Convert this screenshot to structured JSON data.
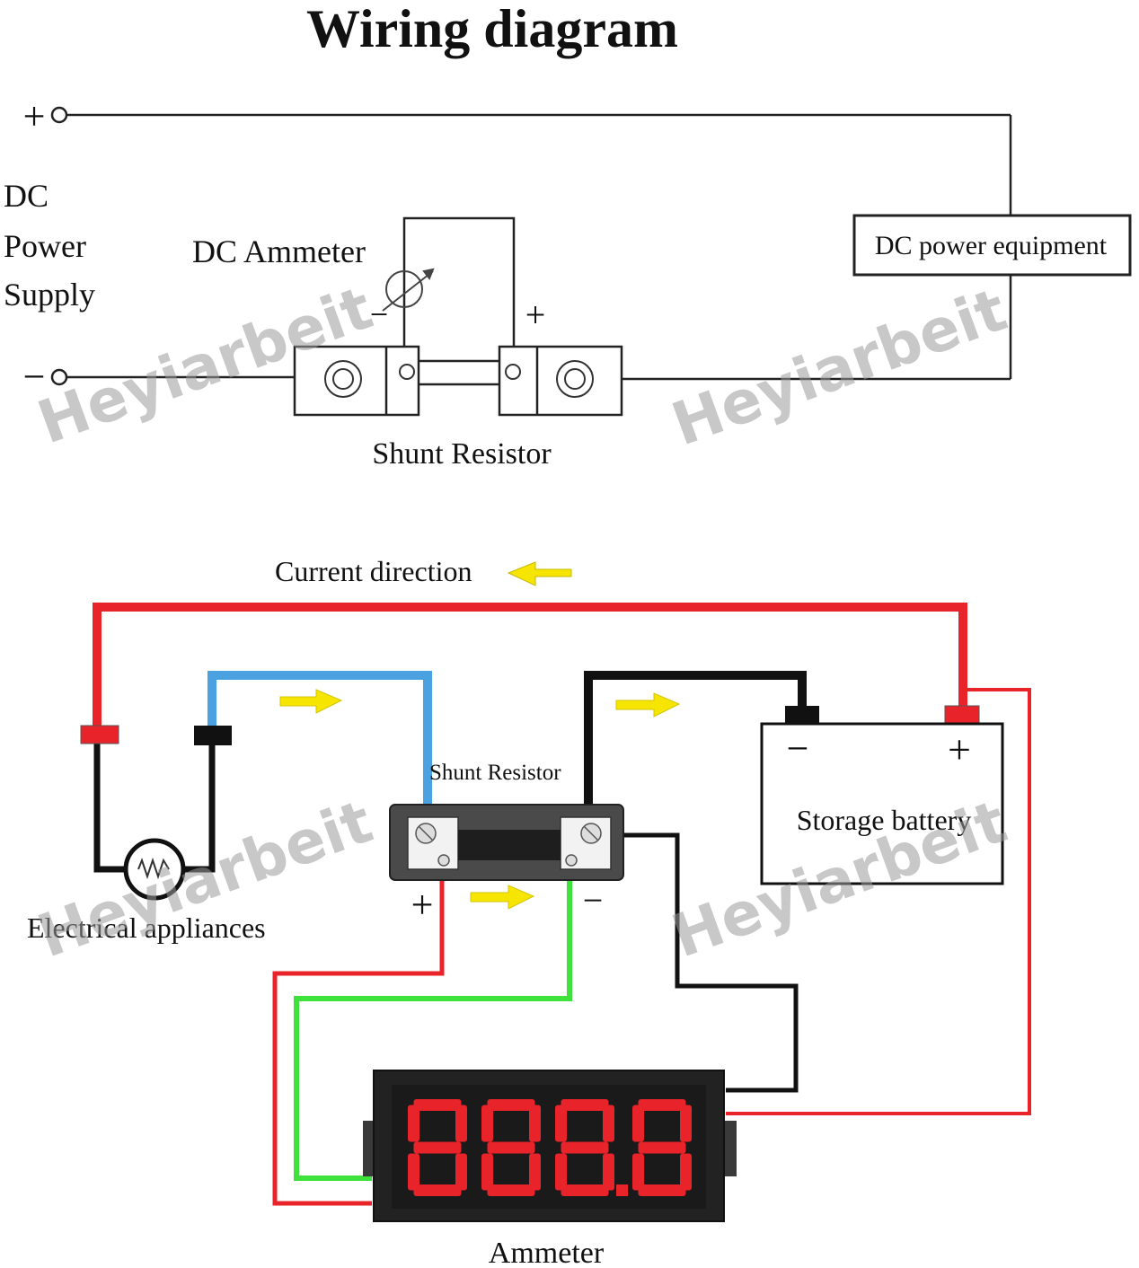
{
  "title": "Wiring diagram",
  "top": {
    "plus_symbol": "+",
    "minus_symbol": "−",
    "dc_power_supply_lines": [
      "DC",
      "Power",
      "Supply"
    ],
    "dc_ammeter_label": "DC Ammeter",
    "ammeter_minus": "−",
    "ammeter_plus": "+",
    "dc_power_equipment_label": "DC power equipment",
    "shunt_resistor_label": "Shunt Resistor"
  },
  "bottom": {
    "current_direction_label": "Current direction",
    "shunt_resistor_label": "Shunt Resistor",
    "shunt_plus": "+",
    "shunt_minus": "−",
    "storage_battery_label": "Storage battery",
    "battery_minus": "−",
    "battery_plus": "+",
    "electrical_appliances_label": "Electrical appliances",
    "ammeter_label": "Ammeter",
    "ammeter_display": "888.8"
  },
  "watermark": "Heyiarbeit",
  "colors": {
    "red_wire": "#e8232a",
    "blue_wire": "#4aa3e0",
    "green_wire": "#3ee23a",
    "black_wire": "#111111",
    "arrow": "#f5e500",
    "segment_red": "#e8232a"
  }
}
